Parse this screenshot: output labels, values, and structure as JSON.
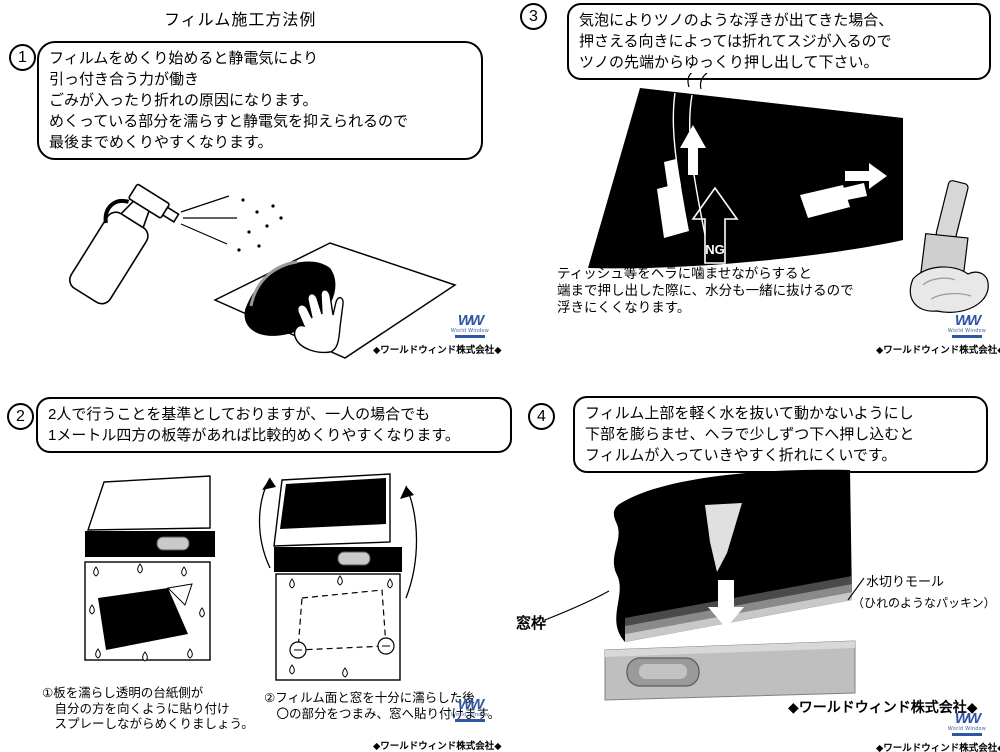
{
  "title": "フィルム施工方法例",
  "company": "◆ワールドウィンド株式会社◆",
  "logo": {
    "ww": "WW",
    "sub": "World Window"
  },
  "sections": {
    "s1": {
      "num": "1",
      "box_lines": [
        "フィルムをめくり始めると静電気により",
        "引っ付き合う力が働き",
        "ごみが入ったり折れの原因になります。",
        "めくっている部分を濡らすと静電気を抑えられるので",
        "最後までめくりやすくなります。"
      ]
    },
    "s2": {
      "num": "2",
      "box_lines": [
        "2人で行うことを基準としておりますが、一人の場合でも",
        "1メートル四方の板等があれば比較的めくりやすくなります。"
      ],
      "caption1_lines": [
        "①板を濡らし透明の台紙側が",
        "　自分の方を向くように貼り付け",
        "　スプレーしながらめくりましょう。"
      ],
      "caption2_lines": [
        "②フィルム面と窓を十分に濡らした後",
        "　〇の部分をつまみ、窓へ貼り付けます。"
      ]
    },
    "s3": {
      "num": "3",
      "box_lines": [
        "気泡によりツノのような浮きが出てきた場合、",
        "押さえる向きによっては折れてスジが入るので",
        "ツノの先端からゆっくり押し出して下さい。"
      ],
      "ng_label": "NG",
      "note_lines": [
        "ティッシュ等をヘラに噛ませながらすると",
        "端まで押し出した際に、水分も一緒に抜けるので",
        "浮きにくくなります。"
      ]
    },
    "s4": {
      "num": "4",
      "box_lines": [
        "フィルム上部を軽く水を抜いて動かないようにし",
        "下部を膨らませ、ヘラで少しずつ下へ押し込むと",
        "フィルムが入っていきやすく折れにくいです。"
      ],
      "label_window_frame": "窓枠",
      "label_molding": "水切りモール",
      "label_molding_sub": "（ひれのようなパッキン）"
    }
  }
}
